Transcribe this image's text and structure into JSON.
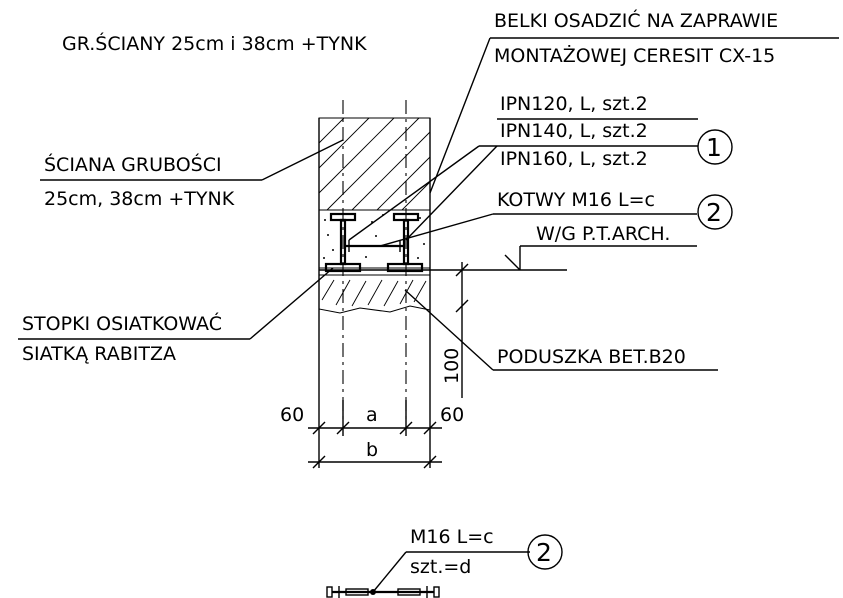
{
  "labels": {
    "wall_thickness": "GR.ŚCIANY 25cm i 38cm +TYNK",
    "beams_note_1": "BELKI OSADZIĆ NA ZAPRAWIE",
    "beams_note_2": "MONTAŻOWEJ CERESIT CX-15",
    "ipn120": "IPN120, L, szt.2",
    "ipn140": "IPN140, L, szt.2",
    "ipn160": "IPN160, L, szt.2",
    "wall_label_1": "ŚCIANA GRUBOŚCI",
    "wall_label_2": "25cm, 38cm +TYNK",
    "anchors": "KOTWY M16 L=c",
    "level_ref": "W/G P.T.ARCH.",
    "footings_1": "STOPKI OSIATKOWAĆ",
    "footings_2": "SIATKĄ RABITZA",
    "pad": "PODUSZKA BET.B20",
    "bolt_name": "M16 L=c",
    "bolt_qty": "szt.=d"
  },
  "markers": {
    "beam": "1",
    "anchor": "2",
    "bolt": "2"
  },
  "dimensions": {
    "left_offset": "60",
    "right_offset": "60",
    "inner_width": "a",
    "total_width": "b",
    "pad_height": "100"
  }
}
